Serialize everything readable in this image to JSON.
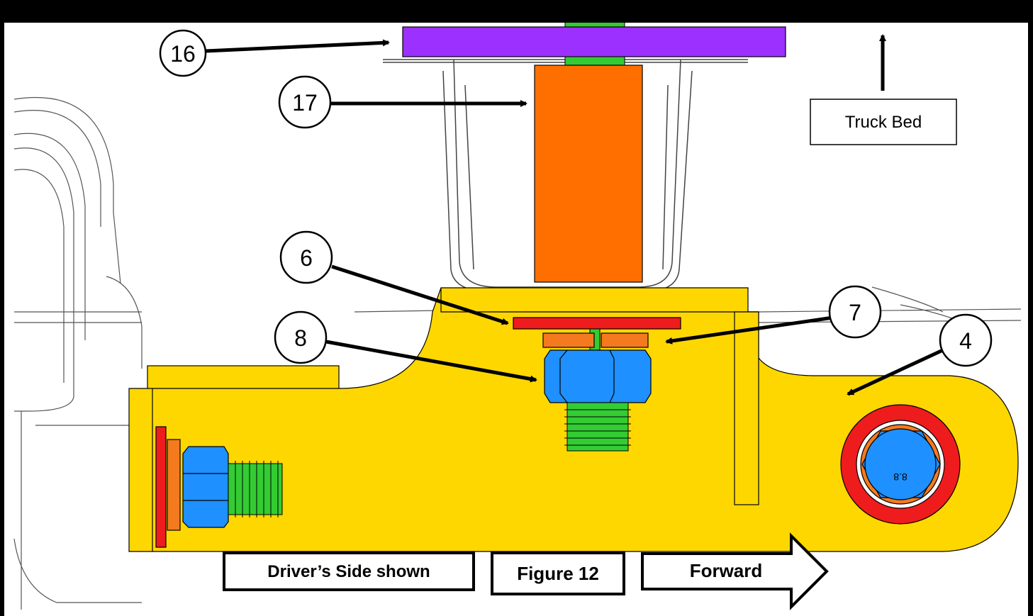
{
  "figure": {
    "callouts": [
      {
        "id": "16",
        "label": "16"
      },
      {
        "id": "17",
        "label": "17"
      },
      {
        "id": "6",
        "label": "6"
      },
      {
        "id": "7",
        "label": "7"
      },
      {
        "id": "8",
        "label": "8"
      },
      {
        "id": "4",
        "label": "4"
      }
    ],
    "truck_bed_label": "Truck Bed",
    "drivers_side_label": "Driver’s Side shown",
    "figure_label": "Figure 12",
    "forward_label": "Forward",
    "bolt_grade_marking": "8.8"
  },
  "colors": {
    "frame_black": "#000000",
    "bracket_yellow": "#ffd700",
    "spacer_orange": "#ff6f00",
    "plate_purple": "#9b30ff",
    "washer_red": "#ee1c1c",
    "bolt_blue": "#1e90ff",
    "thread_green": "#33cc33",
    "washer_orange": "#f47a20"
  }
}
